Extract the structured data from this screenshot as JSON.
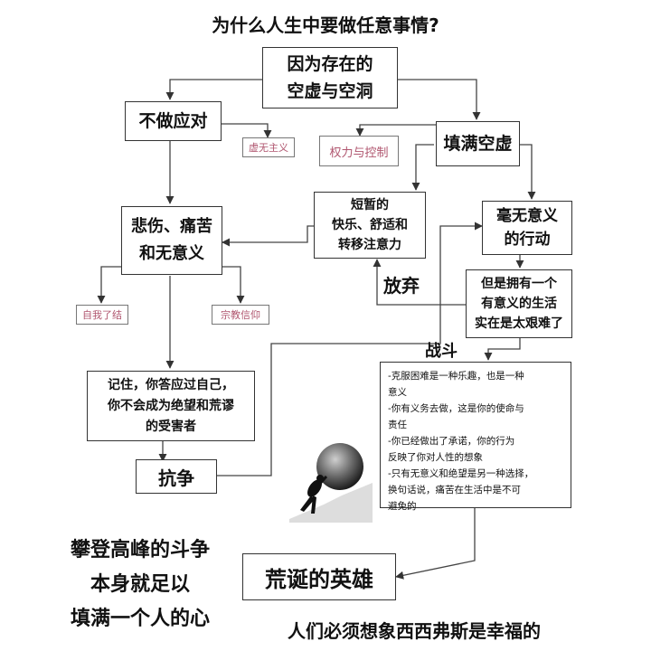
{
  "title": "为什么人生中要做任意事情?",
  "nodes": {
    "root": "因为存在的\n空虚与空洞",
    "not_respond": "不做应对",
    "nihilism": "虚无主义",
    "power": "权力与控制",
    "fill_void": "填满空虚",
    "short_pleasure": "短暂的\n快乐、舒适和\n转移注意力",
    "meaningless": "毫无意义\n的行动",
    "sorrow": "悲伤、痛苦\n和无意义",
    "suicide": "自我了结",
    "religion": "宗教信仰",
    "meaningful_hard": "但是拥有一个\n有意义的生活\n实在是太艰难了",
    "remember": "记住，你答应过自己，\n你不会成为绝望和荒谬\n的受害者",
    "fight_box": "-克服困难是一种乐趣，也是一种\n意义\n-你有义务去做，这是你的使命与\n责任\n-你已经做出了承诺，你的行为\n反映了你对人性的想象\n-只有无意义和绝望是另一种选择，\n换句话说，痛苦在生活中是不可\n避免的",
    "absurd_hero": "荒诞的英雄"
  },
  "labels": {
    "give_up": "放弃",
    "fight": "战斗",
    "resist": "抗争"
  },
  "bottom_left": "攀登高峰的斗争\n本身就足以\n填满一个人的心",
  "bottom_right": "人们必须想象西西弗斯是幸福的",
  "illustration": "sisyphus-pushing-boulder-image"
}
